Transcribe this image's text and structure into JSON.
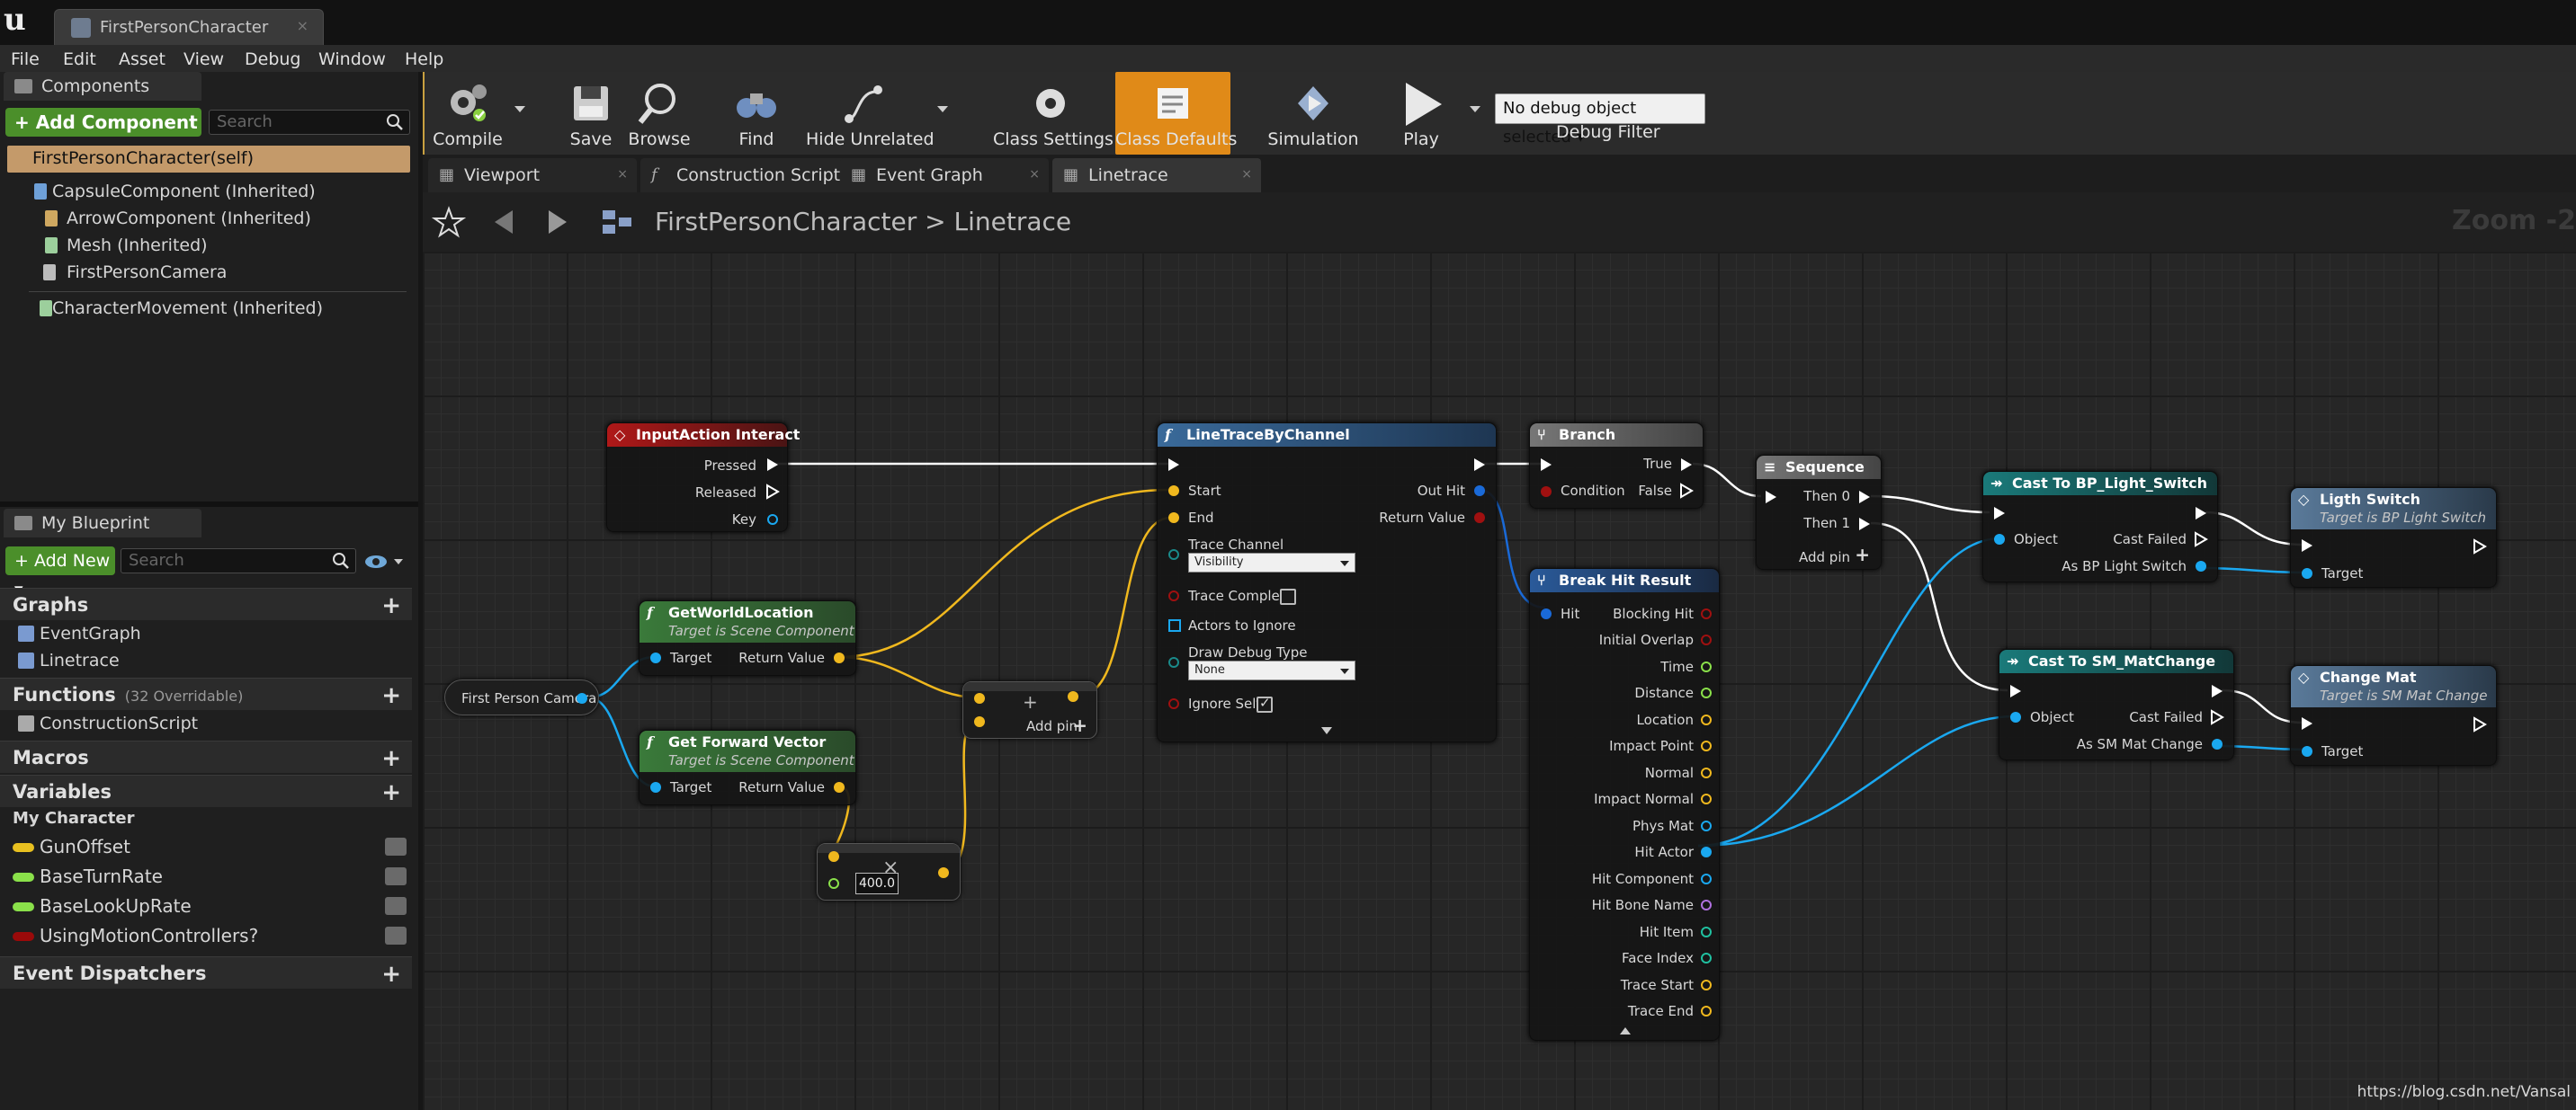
{
  "window": {
    "tab_title": "FirstPersonCharacter",
    "tab_close": "×"
  },
  "menu": [
    "File",
    "Edit",
    "Asset",
    "View",
    "Debug",
    "Window",
    "Help"
  ],
  "components_panel": {
    "tab_label": "Components",
    "add_button": "+ Add Component ▾",
    "search_placeholder": "Search",
    "self_item": "FirstPersonCharacter(self)",
    "items": [
      "CapsuleComponent (Inherited)",
      "ArrowComponent (Inherited)",
      "Mesh (Inherited)",
      "FirstPersonCamera",
      "CharacterMovement (Inherited)"
    ]
  },
  "my_blueprint": {
    "tab_label": "My Blueprint",
    "add_new": "+ Add New ▾",
    "search_placeholder": "Search",
    "graphs_header": "Graphs",
    "graphs": [
      "EventGraph",
      "Linetrace"
    ],
    "functions_header": "Functions",
    "functions_sub": "(32 Overridable)",
    "functions": [
      "ConstructionScript"
    ],
    "macros_header": "Macros",
    "variables_header": "Variables",
    "variables_category": "My Character",
    "variables": [
      {
        "name": "GunOffset",
        "color": "#e8c020"
      },
      {
        "name": "BaseTurnRate",
        "color": "#8ae04a"
      },
      {
        "name": "BaseLookUpRate",
        "color": "#8ae04a"
      },
      {
        "name": "UsingMotionControllers?",
        "color": "#9a0a0a"
      }
    ],
    "event_dispatchers_header": "Event Dispatchers"
  },
  "toolbar": {
    "compile": "Compile",
    "save": "Save",
    "browse": "Browse",
    "find": "Find",
    "hide_unrelated": "Hide Unrelated",
    "class_settings": "Class Settings",
    "class_defaults": "Class Defaults",
    "simulation": "Simulation",
    "play": "Play",
    "debug_select": "No debug object selected ▾",
    "debug_filter": "Debug Filter"
  },
  "graph_tabs": [
    "Viewport",
    "Construction Script",
    "Event Graph",
    "Linetrace"
  ],
  "breadcrumb": {
    "text": "FirstPersonCharacter > Linetrace",
    "zoom": "Zoom -2"
  },
  "nodes": {
    "input_action": {
      "title": "InputAction Interact",
      "pins": [
        "Pressed",
        "Released",
        "Key"
      ]
    },
    "camera": {
      "title": "First Person Camera"
    },
    "get_world_location": {
      "title": "GetWorldLocation",
      "subtitle": "Target is Scene Component",
      "in": "Target",
      "out": "Return Value"
    },
    "get_forward_vector": {
      "title": "Get Forward Vector",
      "subtitle": "Target is Scene Component",
      "in": "Target",
      "out": "Return Value"
    },
    "multiply": {
      "value": "400.0",
      "glyph": "×"
    },
    "add": {
      "label": "Add pin",
      "glyph": "+"
    },
    "line_trace": {
      "title": "LineTraceByChannel",
      "start": "Start",
      "end": "End",
      "trace_channel": "Trace Channel",
      "trace_channel_value": "Visibility",
      "trace_complex": "Trace Complex",
      "actors_to_ignore": "Actors to Ignore",
      "draw_debug_type": "Draw Debug Type",
      "draw_debug_value": "None",
      "ignore_self": "Ignore Self",
      "out_hit": "Out Hit",
      "return_value": "Return Value"
    },
    "branch": {
      "title": "Branch",
      "condition": "Condition",
      "true_pin": "True",
      "false_pin": "False"
    },
    "sequence": {
      "title": "Sequence",
      "then0": "Then 0",
      "then1": "Then 1",
      "add_pin": "Add pin"
    },
    "break_hit": {
      "title": "Break Hit Result",
      "hit": "Hit",
      "pins": [
        "Blocking Hit",
        "Initial Overlap",
        "Time",
        "Distance",
        "Location",
        "Impact Point",
        "Normal",
        "Impact Normal",
        "Phys Mat",
        "Hit Actor",
        "Hit Component",
        "Hit Bone Name",
        "Hit Item",
        "Face Index",
        "Trace Start",
        "Trace End"
      ]
    },
    "cast_light": {
      "title": "Cast To BP_Light_Switch",
      "object": "Object",
      "cast_failed": "Cast Failed",
      "as": "As BP Light Switch"
    },
    "cast_mat": {
      "title": "Cast To SM_MatChange",
      "object": "Object",
      "cast_failed": "Cast Failed",
      "as": "As SM Mat Change"
    },
    "light_switch": {
      "title": "Ligth Switch",
      "subtitle": "Target is BP Light Switch",
      "target": "Target"
    },
    "change_mat": {
      "title": "Change Mat",
      "subtitle": "Target is SM Mat Change",
      "target": "Target"
    }
  },
  "colors": {
    "exec": "#ffffff",
    "vector": "#f0b81e",
    "object": "#1aa8f0",
    "bool": "#a01010",
    "struct": "#1a6ad8",
    "float": "#8ae04a",
    "accent": "#e08a18"
  },
  "watermark": "https://blog.csdn.net/Vansal"
}
